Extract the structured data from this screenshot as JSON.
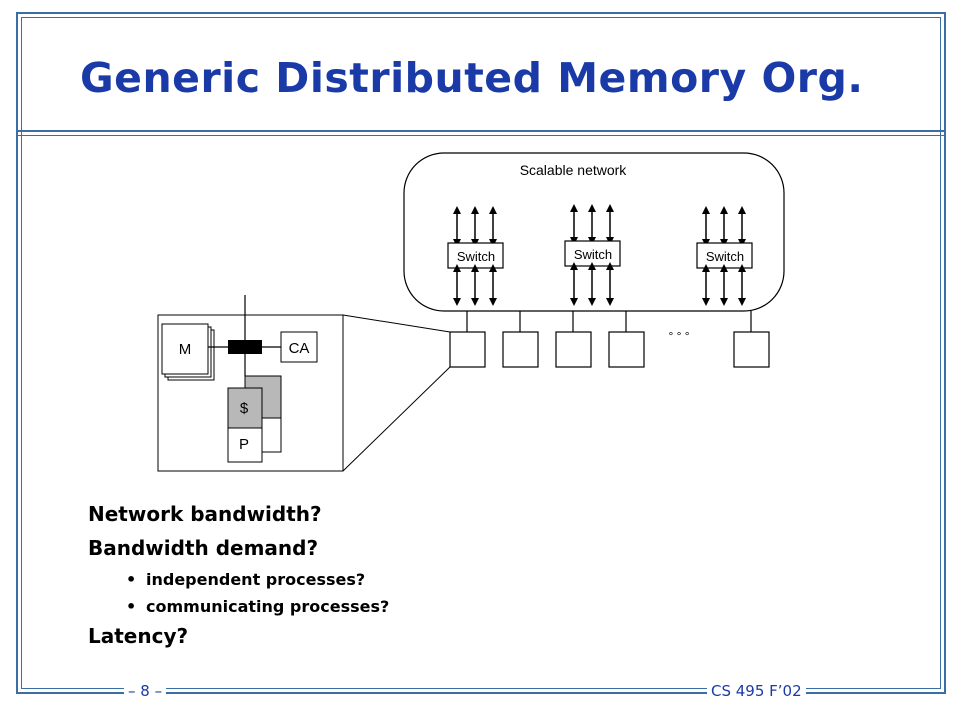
{
  "slide": {
    "title": "Generic Distributed Memory Org.",
    "footer_left": "– 8 –",
    "footer_right": "CS 495 F’02"
  },
  "diagram": {
    "network_label": "Scalable network",
    "switch_label": "Switch",
    "node_memory_label": "M",
    "node_ca_label": "CA",
    "node_cache_label": "$",
    "node_processor_label": "P",
    "ellipsis": "° ° °",
    "colors": {
      "cache_fill": "#b8b8b8",
      "connector_fill": "#000000"
    }
  },
  "bullets": [
    {
      "level": 1,
      "text": "Network bandwidth?"
    },
    {
      "level": 1,
      "text": "Bandwidth demand?"
    },
    {
      "level": 2,
      "text": "independent processes?"
    },
    {
      "level": 2,
      "text": "communicating processes?"
    },
    {
      "level": 1,
      "text": "Latency?"
    }
  ]
}
